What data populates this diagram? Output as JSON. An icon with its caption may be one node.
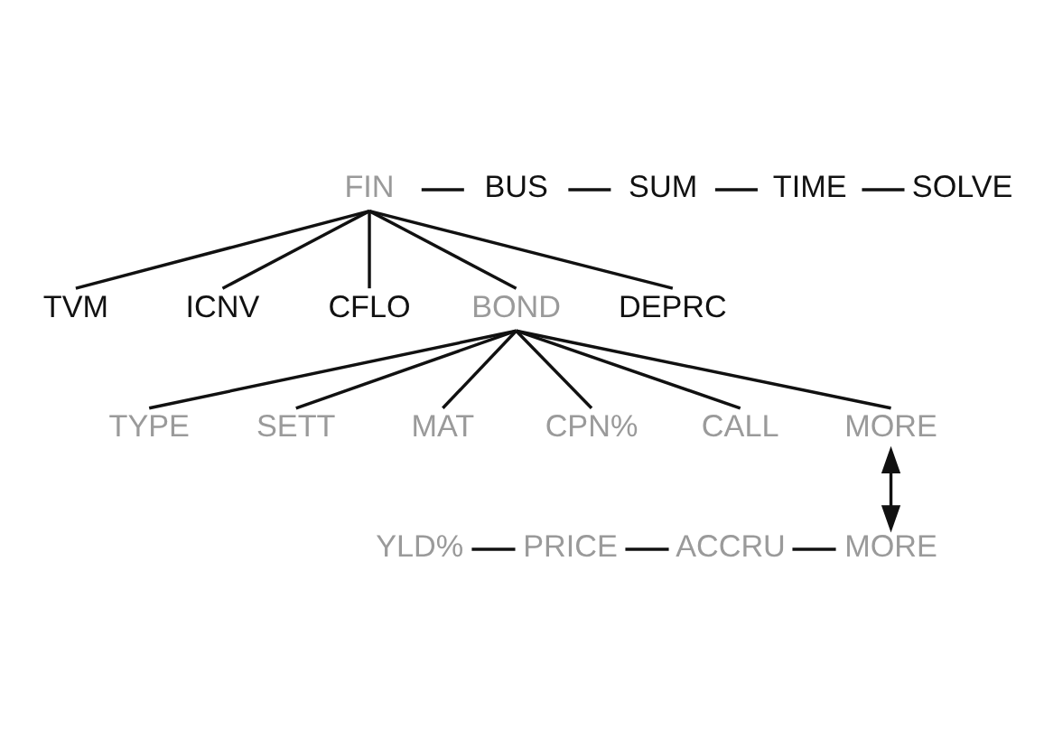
{
  "diagram": {
    "nodes": [
      {
        "text": [
          "FIN"
        ]
      },
      {
        "text": [
          "BUS"
        ]
      },
      {
        "text": [
          "SUM"
        ]
      },
      {
        "text": [
          "TIME"
        ]
      },
      {
        "text": [
          "SOLVE"
        ]
      },
      {
        "text": [
          "TVM"
        ]
      },
      {
        "text": [
          "ICNV"
        ]
      },
      {
        "text": [
          "CFLO"
        ]
      },
      {
        "text": [
          "BOND"
        ]
      },
      {
        "text": [
          "DEPRC"
        ]
      },
      {
        "text": [
          "TYPE"
        ]
      },
      {
        "text": [
          "SETT"
        ]
      },
      {
        "text": [
          "MAT"
        ]
      },
      {
        "text": [
          "CPN%"
        ]
      },
      {
        "text": [
          "CALL"
        ]
      },
      {
        "text": [
          "MORE"
        ]
      },
      {
        "text": [
          "YLD%"
        ]
      },
      {
        "text": [
          "PRICE"
        ]
      },
      {
        "text": [
          "ACCRU"
        ]
      },
      {
        "text": [
          "MORE"
        ]
      }
    ],
    "edges": [
      {
        "from": 0,
        "to": 1,
        "arrow": "none"
      },
      {
        "from": 1,
        "to": 2,
        "arrow": "none"
      },
      {
        "from": 2,
        "to": 3,
        "arrow": "none"
      },
      {
        "from": 3,
        "to": 4,
        "arrow": "none"
      },
      {
        "from": 0,
        "to": 5,
        "arrow": "none"
      },
      {
        "from": 0,
        "to": 6,
        "arrow": "none"
      },
      {
        "from": 0,
        "to": 7,
        "arrow": "none"
      },
      {
        "from": 0,
        "to": 8,
        "arrow": "none"
      },
      {
        "from": 0,
        "to": 9,
        "arrow": "none"
      },
      {
        "from": 8,
        "to": 10,
        "arrow": "none"
      },
      {
        "from": 8,
        "to": 11,
        "arrow": "none"
      },
      {
        "from": 8,
        "to": 12,
        "arrow": "none"
      },
      {
        "from": 8,
        "to": 13,
        "arrow": "none"
      },
      {
        "from": 8,
        "to": 14,
        "arrow": "none"
      },
      {
        "from": 8,
        "to": 15,
        "arrow": "none"
      },
      {
        "from": 15,
        "to": 19,
        "arrow": "both"
      },
      {
        "from": 16,
        "to": 17,
        "arrow": "none"
      },
      {
        "from": 17,
        "to": 18,
        "arrow": "none"
      },
      {
        "from": 18,
        "to": 19,
        "arrow": "none"
      }
    ]
  }
}
